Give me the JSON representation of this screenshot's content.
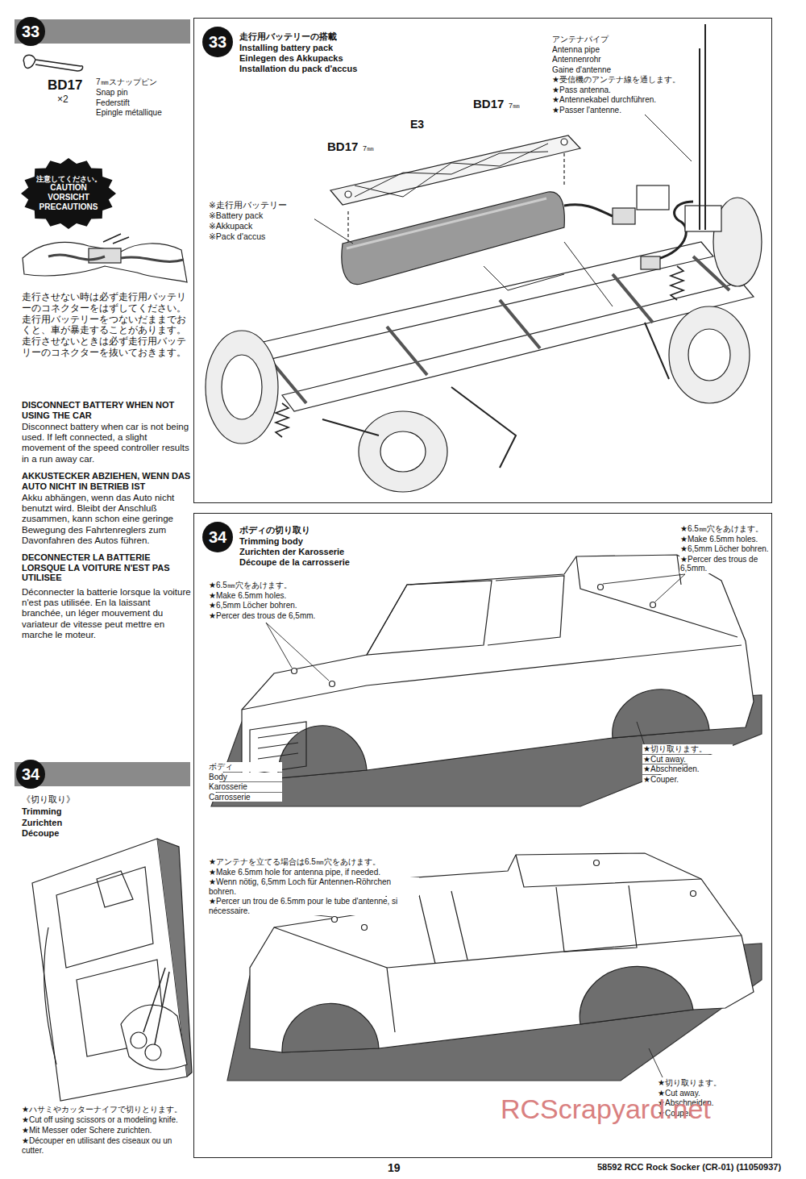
{
  "diagram": {
    "nodes": [
      {
        "text": [
          "走行用バッテリーの搭載",
          "Installing battery pack",
          "Einlegen des Akkupacks",
          "Installation du pack d'accus"
        ]
      },
      {
        "text": [
          "33"
        ],
        "in": 0
      },
      {
        "text": [
          "ボディの切り取り",
          "Trimming body",
          "Zurichten der Karosserie",
          "Découpe de la carrosserie"
        ]
      },
      {
        "text": [
          "34"
        ],
        "in": 2
      },
      {
        "text": [
          "33"
        ]
      },
      {
        "text": [
          "34"
        ]
      },
      {
        "text": [
          "注意してください。",
          "CAUTION",
          "VORSICHT",
          "PRECAUTIONS"
        ]
      }
    ],
    "labels": [
      "BD17",
      "×2",
      "7㎜スナップピン",
      "Snap pin",
      "Federstift",
      "Epingle métallique",
      "走行させない時は必ず走行用バッテリーのコネクターをはずしてください。走行用バッテリーをつないだままでおくと、車が暴走することがあります。走行させないときは必ず走行用バッテリーのコネクターを抜いておきます。",
      "DISCONNECT BATTERY WHEN NOT USING THE CAR",
      "Disconnect battery when car is not being used. If left connected, a slight movement of the speed controller results in a run away car.",
      "AKKUSTECKER ABZIEHEN, WENN DAS AUTO NICHT IN BETRIEB IST",
      "Akku abhängen, wenn das Auto nicht benutzt wird. Bleibt der Anschluß zusammen, kann schon eine geringe Bewegung des Fahrtenreglers zum Davonfahren des Autos führen.",
      "DECONNECTER LA BATTERIE LORSQUE LA VOITURE N'EST PAS UTILISEE",
      "Déconnecter la batterie lorsque la voiture n'est pas utilisée. En la laissant branchée, un léger mouvement du variateur de vitesse peut mettre en marche le moteur.",
      "《切り取り》",
      "Trimming",
      "Zurichten",
      "Découpe",
      "★ハサミやカッターナイフで切りとります。",
      "★Cut off using scissors or a modeling knife.",
      "★Mit Messer oder Schere zurichten.",
      "★Découper en utilisant des ciseaux ou un cutter.",
      "BD17",
      "7㎜",
      "E3",
      "BD17",
      "7㎜",
      "※走行用バッテリー",
      "※Battery pack",
      "※Akkupack",
      "※Pack d'accus",
      "アンテナパイプ",
      "Antenna pipe",
      "Antennenrohr",
      "Gaine d'antenne",
      "★受信機のアンテナ線を通します。",
      "★Pass antenna.",
      "★Antennekabel durchführen.",
      "★Passer l'antenne.",
      "★6.5㎜穴をあけます。",
      "★Make 6.5mm holes.",
      "★6,5mm Löcher bohren.",
      "★Percer des trous de 6,5mm.",
      "★6.5㎜穴をあけます。",
      "★Make 6.5mm holes.",
      "★6,5mm Löcher bohren.",
      "★Percer des trous de 6,5mm.",
      "ボディ",
      "Body",
      "Karosserie",
      "Carrosserie",
      "★切り取ります。",
      "★Cut away.",
      "★Abschneiden.",
      "★Couper.",
      "★アンテナを立てる場合は6.5㎜穴をあけます。",
      "★Make 6.5mm hole for antenna pipe, if needed.",
      "★Wenn nötig, 6,5mm Loch für Antennen-Röhrchen bohren.",
      "★Percer un trou de 6.5mm pour le tube d'antenne, si nécessaire.",
      "★切り取ります。",
      "★Cut away.",
      "★Abschneiden.",
      "★Couper.",
      "19",
      "58592 RCC Rock Socker (CR-01) (11050937)",
      "RCScrapyard.net"
    ]
  }
}
